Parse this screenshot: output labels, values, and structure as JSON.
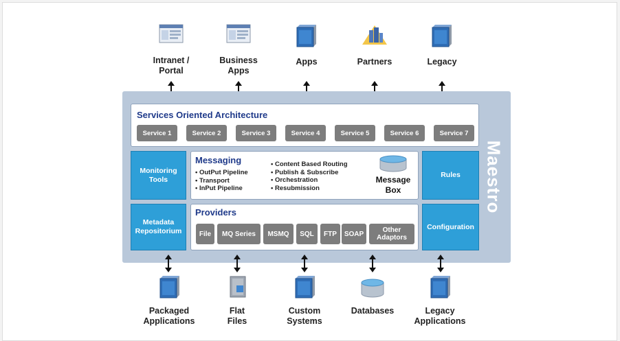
{
  "top_systems": [
    {
      "label_line1": "Intranet /",
      "label_line2": "Portal",
      "icon": "browser-window-icon"
    },
    {
      "label_line1": "Business",
      "label_line2": "Apps",
      "icon": "browser-window-icon"
    },
    {
      "label_line1": "Apps",
      "label_line2": "",
      "icon": "server-icon"
    },
    {
      "label_line1": "Partners",
      "label_line2": "",
      "icon": "building-icon"
    },
    {
      "label_line1": "Legacy",
      "label_line2": "",
      "icon": "server-icon"
    }
  ],
  "maestro_label": "Maestro",
  "soa": {
    "title": "Services Oriented Architecture",
    "services": [
      "Service 1",
      "Service 2",
      "Service 3",
      "Service 4",
      "Service 5",
      "Service 6",
      "Service 7"
    ]
  },
  "side_boxes": {
    "monitoring_line1": "Monitoring",
    "monitoring_line2": "Tools",
    "metadata_line1": "Metadata",
    "metadata_line2": "Repositorium",
    "rules": "Rules",
    "configuration": "Configuration"
  },
  "messaging": {
    "title": "Messaging",
    "list_left": [
      "OutPut Pipeline",
      "Transport",
      "InPut Pipeline"
    ],
    "list_right": [
      "Content Based Routing",
      "Publish & Subscribe",
      "Orchestration",
      "Resubmission"
    ],
    "box_label_line1": "Message",
    "box_label_line2": "Box"
  },
  "providers": {
    "title": "Providers",
    "items": [
      "File",
      "MQ Series",
      "MSMQ",
      "SQL",
      "FTP",
      "SOAP"
    ],
    "other_line1": "Other",
    "other_line2": "Adaptors"
  },
  "bottom_systems": [
    {
      "label_line1": "Packaged",
      "label_line2": "Applications",
      "icon": "server-icon"
    },
    {
      "label_line1": "Flat",
      "label_line2": "Files",
      "icon": "file-icon"
    },
    {
      "label_line1": "Custom",
      "label_line2": "Systems",
      "icon": "server-icon"
    },
    {
      "label_line1": "Databases",
      "label_line2": "",
      "icon": "database-icon"
    },
    {
      "label_line1": "Legacy",
      "label_line2": "Applications",
      "icon": "server-icon"
    }
  ],
  "colors": {
    "maestro_bg": "#b9c8da",
    "side_box": "#2e9fd8",
    "button_gray": "#7d7d7d",
    "title_blue": "#1f3a8a"
  }
}
